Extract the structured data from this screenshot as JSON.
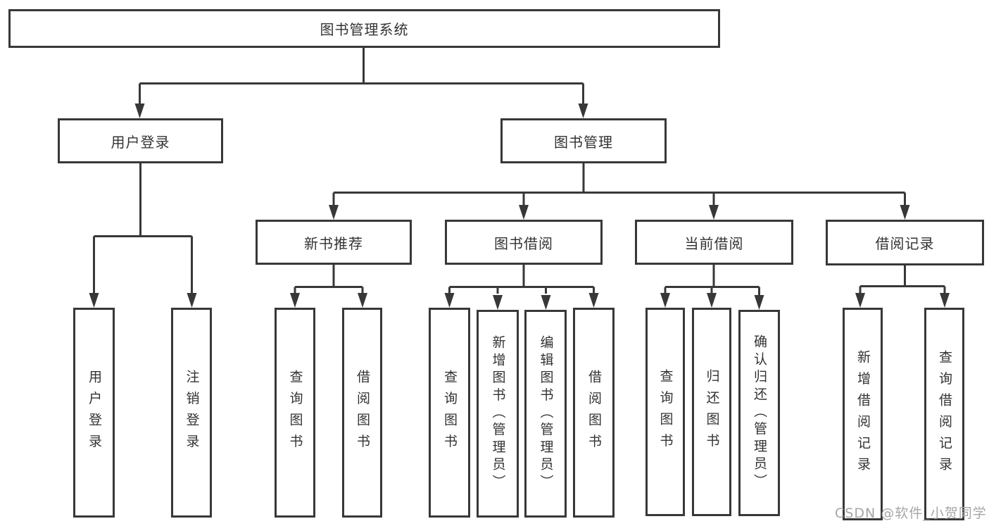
{
  "tree": {
    "root": {
      "label": "图书管理系统",
      "children": [
        {
          "label": "用户登录",
          "children": [
            {
              "label": "用户登录"
            },
            {
              "label": "注销登录"
            }
          ]
        },
        {
          "label": "图书管理",
          "children": [
            {
              "label": "新书推荐",
              "children": [
                {
                  "label": "查询图书"
                },
                {
                  "label": "借阅图书"
                }
              ]
            },
            {
              "label": "图书借阅",
              "children": [
                {
                  "label": "查询图书"
                },
                {
                  "label": "新增图书（管理员）"
                },
                {
                  "label": "编辑图书（管理员）"
                },
                {
                  "label": "借阅图书"
                }
              ]
            },
            {
              "label": "当前借阅",
              "children": [
                {
                  "label": "查询图书"
                },
                {
                  "label": "归还图书"
                },
                {
                  "label": "确认归还（管理员）"
                }
              ]
            },
            {
              "label": "借阅记录",
              "children": [
                {
                  "label": "新增借阅记录"
                },
                {
                  "label": "查询借阅记录"
                }
              ]
            }
          ]
        }
      ]
    }
  },
  "watermark": {
    "text": "CSDN @软件_小贺同学"
  },
  "colors": {
    "line": "#383838",
    "text": "#333333",
    "watermark": "#a6a6a6",
    "background": "#ffffff"
  }
}
